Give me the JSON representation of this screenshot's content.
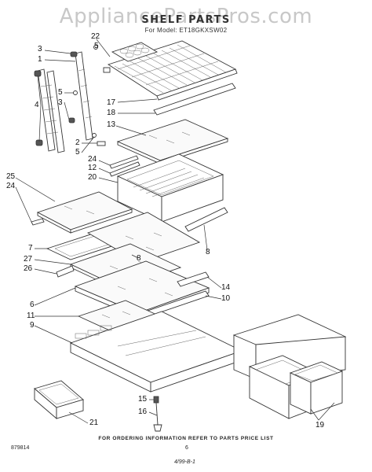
{
  "watermark": "AppliancePartsPros.com",
  "title": "SHELF PARTS",
  "model_line": "For Model: ET18GKXSW02",
  "callouts": [
    {
      "id": "c-22",
      "label": "22",
      "x": 0,
      "y": 0
    },
    {
      "id": "c-5a",
      "label": "5"
    },
    {
      "id": "c-3a",
      "label": "3"
    },
    {
      "id": "c-1",
      "label": "1"
    },
    {
      "id": "c-4",
      "label": "4"
    },
    {
      "id": "c-5b",
      "label": "5"
    },
    {
      "id": "c-3b",
      "label": "3"
    },
    {
      "id": "c-17",
      "label": "17"
    },
    {
      "id": "c-18",
      "label": "18"
    },
    {
      "id": "c-13",
      "label": "13"
    },
    {
      "id": "c-2",
      "label": "2"
    },
    {
      "id": "c-5c",
      "label": "5"
    },
    {
      "id": "c-24a",
      "label": "24"
    },
    {
      "id": "c-12",
      "label": "12"
    },
    {
      "id": "c-20",
      "label": "20"
    },
    {
      "id": "c-25",
      "label": "25"
    },
    {
      "id": "c-24b",
      "label": "24"
    },
    {
      "id": "c-8a",
      "label": "8"
    },
    {
      "id": "c-7",
      "label": "7"
    },
    {
      "id": "c-8b",
      "label": "8"
    },
    {
      "id": "c-27",
      "label": "27"
    },
    {
      "id": "c-26",
      "label": "26"
    },
    {
      "id": "c-14",
      "label": "14"
    },
    {
      "id": "c-10",
      "label": "10"
    },
    {
      "id": "c-6",
      "label": "6"
    },
    {
      "id": "c-11",
      "label": "11"
    },
    {
      "id": "c-9",
      "label": "9"
    },
    {
      "id": "c-15",
      "label": "15"
    },
    {
      "id": "c-16",
      "label": "16"
    },
    {
      "id": "c-21",
      "label": "21"
    },
    {
      "id": "c-19",
      "label": "19"
    }
  ],
  "footer_note": "FOR ORDERING INFORMATION REFER TO PARTS PRICE LIST",
  "doc_number": "879814",
  "page_number": "6",
  "revision": "4/99-B-1"
}
